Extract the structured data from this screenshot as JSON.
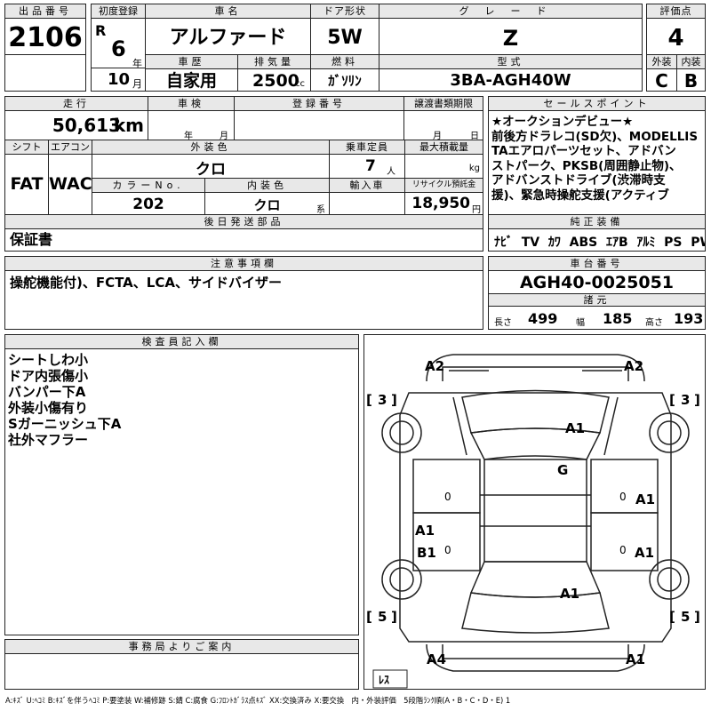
{
  "lot": {
    "label": "出品番号",
    "value": "2106"
  },
  "first_reg": {
    "label": "初度登録",
    "era": "R",
    "year": "6",
    "year_unit": "年",
    "month": "10",
    "month_unit": "月"
  },
  "car_name": {
    "label": "車名",
    "value": "アルファード"
  },
  "doors": {
    "label": "ドア形状",
    "value": "5W"
  },
  "grade": {
    "label": "グレード",
    "value": "Z"
  },
  "score": {
    "label": "評価点",
    "value": "4"
  },
  "history": {
    "label": "車歴",
    "value": "自家用"
  },
  "displacement": {
    "label": "排気量",
    "value": "2500",
    "unit": "cc"
  },
  "fuel": {
    "label": "燃料",
    "value": "ｶﾞｿﾘﾝ"
  },
  "model": {
    "label": "型式",
    "value": "3BA-AGH40W"
  },
  "ext_score": {
    "label": "外装",
    "value": "C"
  },
  "int_score": {
    "label": "内装",
    "value": "B"
  },
  "mileage": {
    "label": "走行",
    "value": "50,613",
    "unit": "km"
  },
  "inspection": {
    "label": "車検",
    "year_unit": "年",
    "month_unit": "月"
  },
  "reg_no": {
    "label": "登録番号"
  },
  "transfer_deadline": {
    "label": "譲渡書類期限",
    "month_unit": "月",
    "day_unit": "日"
  },
  "shift": {
    "label": "シフト",
    "value": "FAT"
  },
  "aircon": {
    "label": "エアコン",
    "value": "WAC"
  },
  "ext_color": {
    "label": "外装色",
    "value": "クロ"
  },
  "capacity": {
    "label": "乗車定員",
    "value": "7",
    "unit": "人"
  },
  "max_load": {
    "label": "最大積載量",
    "unit": "kg"
  },
  "color_no": {
    "label": "カラーNo.",
    "value": "202"
  },
  "int_color": {
    "label": "内装色",
    "value": "クロ",
    "unit": "系"
  },
  "import": {
    "label": "輸入車"
  },
  "recycle": {
    "label": "リサイクル預託金",
    "value": "18,950",
    "unit": "円"
  },
  "sales_points": {
    "label": "セールスポイント",
    "text": "★オークションデビュー★\n前後方ドラレコ(SD欠)、MODELLIS\nTAエアロパーツセット、アドバン\nストパーク、PKSB(周囲静止物)、\nアドバンストドライブ(渋滞時支\n援)、緊急時操舵支援(アクティブ"
  },
  "later_parts": {
    "label": "後日発送部品",
    "value": "保証書"
  },
  "equipment": {
    "label": "純正装備",
    "items": [
      "ﾅﾋﾞ",
      "TV",
      "ｶﾜ",
      "ABS",
      "ｴｱB",
      "ｱﾙﾐ",
      "PS",
      "PW"
    ]
  },
  "notes": {
    "label": "注意事項欄",
    "value": "操舵機能付)、FCTA、LCA、サイドバイザー"
  },
  "chassis": {
    "label": "車台番号",
    "value": "AGH40-0025051"
  },
  "dimensions": {
    "label": "諸元",
    "length_label": "長さ",
    "length": "499",
    "width_label": "幅",
    "width": "185",
    "height_label": "高さ",
    "height": "193"
  },
  "inspector": {
    "label": "検査員記入欄",
    "text": "シートしわ小\nドア内張傷小\nバンパー下A\n外装小傷有り\nSガーニッシュ下A\n社外マフラー"
  },
  "office": {
    "label": "事務局よりご案内"
  },
  "diagram": {
    "marks": {
      "front_left": "A2",
      "front_right": "A2",
      "hood": "A1",
      "roof": "G",
      "right_front_door": "A1",
      "left_rear_a1": "A1",
      "left_rear_b1": "B1",
      "rear_glass": "A1",
      "right_rear_door": "A1",
      "rear_left": "A4",
      "rear_right": "A1",
      "wheel_fl": "3",
      "wheel_fr": "3",
      "wheel_rl": "5",
      "wheel_rr": "5",
      "door_lf_zero": "0",
      "door_rf_zero": "0",
      "door_lr_zero": "0",
      "door_rr_zero": "0",
      "bracket_open": "[",
      "bracket_close": "]",
      "rest": "ﾚｽ"
    }
  },
  "legend": "A:ｷｽﾞ U:ﾍｺﾐ B:ｷｽﾞを伴うﾍｺﾐ P:要塗装 W:補修跡 S:錆 C:腐食 G:ﾌﾛﾝﾄｶﾞﾗｽ点ｷｽﾞ XX:交換済み X:要交換　内・外装評価　5段階ﾗﾝｸ順(A・B・C・D・E) 1"
}
